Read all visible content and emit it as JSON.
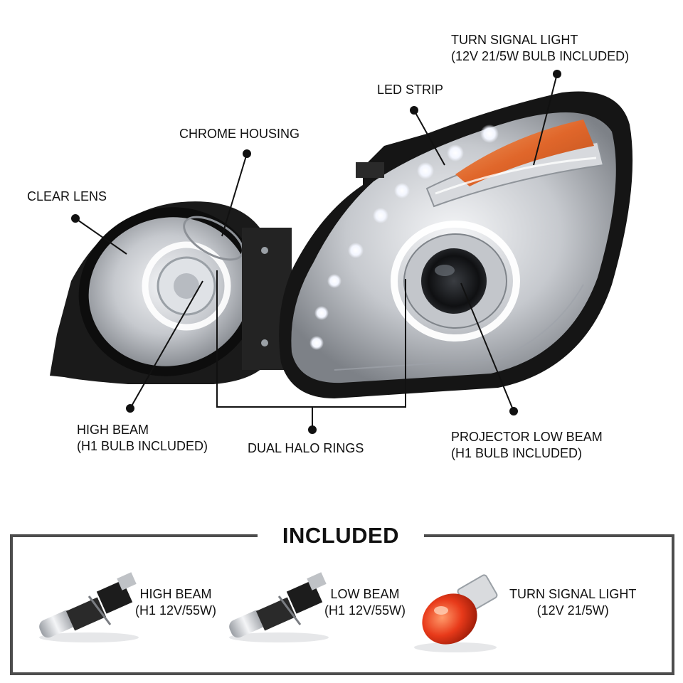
{
  "callouts": {
    "turn_signal": {
      "line1": "TURN SIGNAL LIGHT",
      "line2": "(12V 21/5W BULB INCLUDED)"
    },
    "led_strip": {
      "line1": "LED STRIP"
    },
    "chrome_housing": {
      "line1": "CHROME HOUSING"
    },
    "clear_lens": {
      "line1": "CLEAR LENS"
    },
    "high_beam": {
      "line1": "HIGH BEAM",
      "line2": "(H1 BULB INCLUDED)"
    },
    "dual_halo": {
      "line1": "DUAL HALO RINGS"
    },
    "projector_low": {
      "line1": "PROJECTOR LOW BEAM",
      "line2": "(H1 BULB INCLUDED)"
    }
  },
  "included": {
    "title": "INCLUDED",
    "items": [
      {
        "line1": "HIGH BEAM",
        "line2": "(H1 12V/55W)",
        "icon": "h1-bulb-icon"
      },
      {
        "line1": "LOW BEAM",
        "line2": "(H1 12V/55W)",
        "icon": "h1-bulb-icon"
      },
      {
        "line1": "TURN SIGNAL LIGHT",
        "line2": "(12V 21/5W)",
        "icon": "amber-wedge-bulb-icon"
      }
    ]
  },
  "colors": {
    "frame": "#4d4d4d",
    "amber": "#e0662a",
    "turn_bulb": "#e83a1a",
    "chrome": "#c9ccd1",
    "housing_black": "#151515"
  }
}
